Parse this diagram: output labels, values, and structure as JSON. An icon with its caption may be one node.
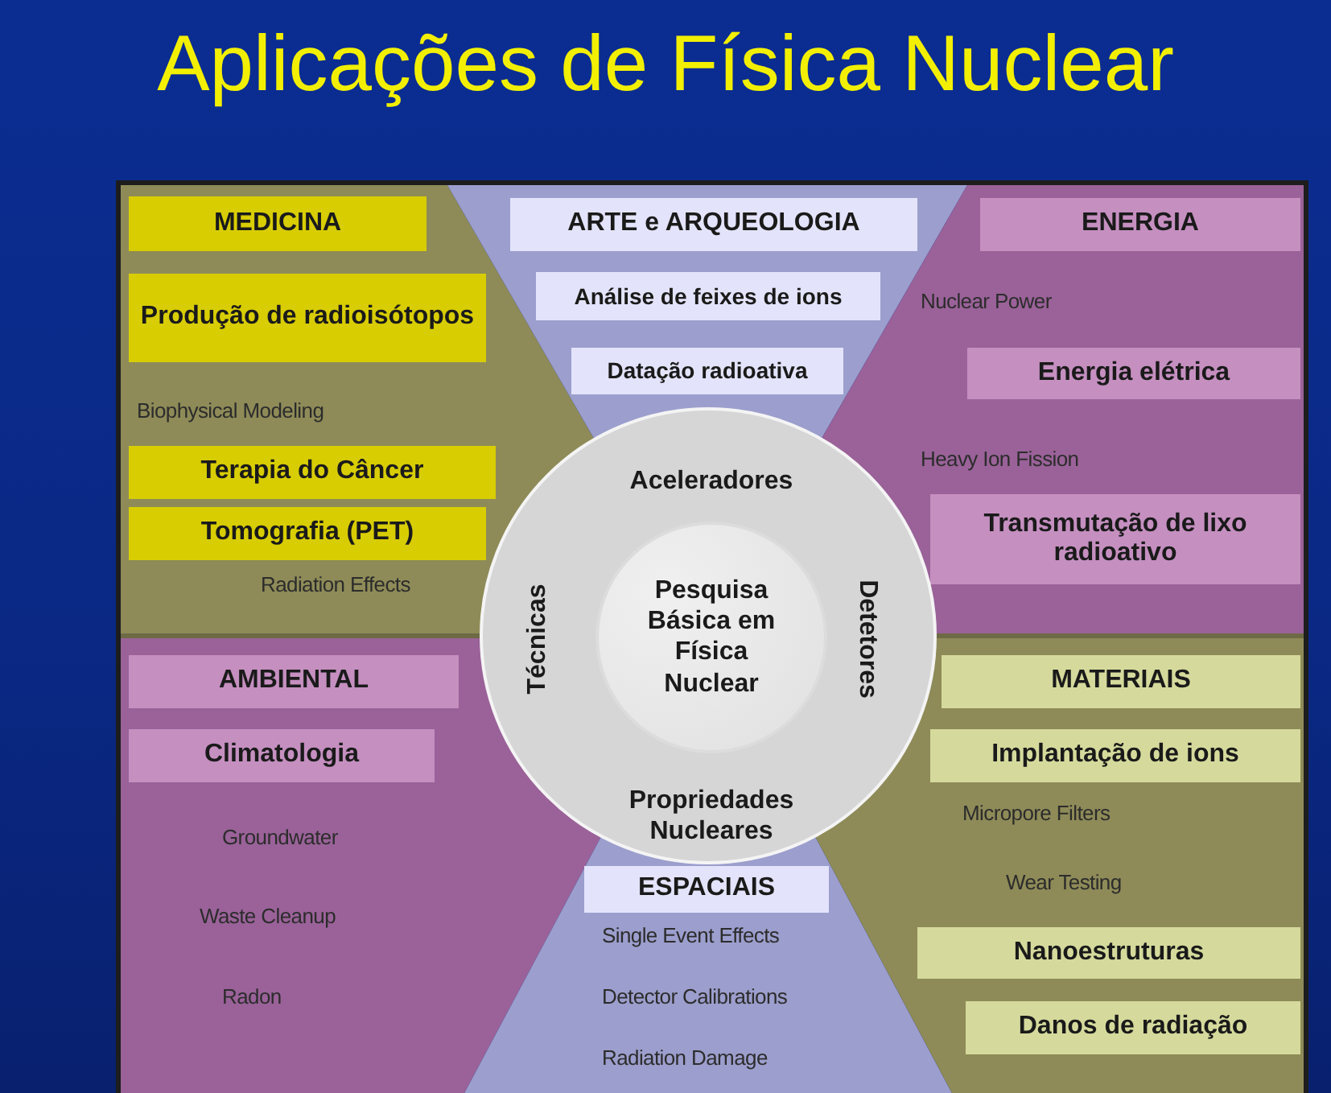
{
  "diagram": {
    "title": "Aplicações de Física Nuclear",
    "nodes": [
      {
        "text": [
          "MEDICINA"
        ]
      },
      {
        "text": [
          "ARTE e ARQUEOLOGIA"
        ]
      },
      {
        "text": [
          "ENERGIA"
        ]
      },
      {
        "text": [
          "Produção de radioisótopos"
        ]
      },
      {
        "text": [
          "Análise de feixes de ions"
        ]
      },
      {
        "text": [
          "Datação radioativa"
        ]
      },
      {
        "text": [
          "Energia elétrica"
        ]
      },
      {
        "text": [
          "Terapia do Câncer"
        ]
      },
      {
        "text": [
          "Tomografia  (PET)"
        ]
      },
      {
        "text": [
          "Transmutação de lixo radioativo"
        ]
      },
      {
        "text": [
          "Aceleradores",
          "Técnicas",
          "Detetores",
          "Propriedades Nucleares"
        ]
      },
      {
        "text": [
          "Pesquisa Básica em Física Nuclear"
        ],
        "in": 10
      },
      {
        "text": [
          "AMBIENTAL"
        ]
      },
      {
        "text": [
          "MATERIAIS"
        ]
      },
      {
        "text": [
          "Climatologia"
        ]
      },
      {
        "text": [
          "Implantação de ions"
        ]
      },
      {
        "text": [
          "ESPACIAIS"
        ]
      },
      {
        "text": [
          "Nanoestruturas"
        ]
      },
      {
        "text": [
          "Danos de radiação"
        ]
      }
    ],
    "labels": [
      "Biophysical Modeling",
      "Radiation Effects",
      "Nuclear Power",
      "Heavy Ion Fission",
      "Groundwater",
      "Waste Cleanup",
      "Radon",
      "Micropore Filters",
      "Wear Testing",
      "Single Event Effects",
      "Detector Calibrations",
      "Radiation Damage"
    ]
  }
}
